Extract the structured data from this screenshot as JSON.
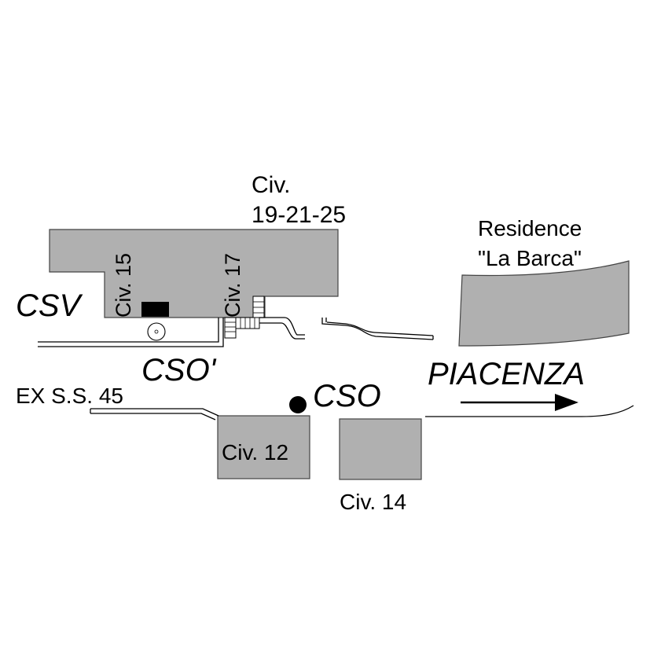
{
  "map": {
    "colors": {
      "building": "#b0b0b0",
      "building_outline": "#444444",
      "ink": "#000000",
      "background": "#ffffff"
    },
    "labels": {
      "civ_19_21_25_line1": "Civ.",
      "civ_19_21_25_line2": "19-21-25",
      "residence_line1": "Residence",
      "residence_line2": "\"La Barca\"",
      "civ_15": "Civ. 15",
      "civ_17": "Civ. 17",
      "csv": "CSV",
      "cso_prime": "CSO'",
      "cso": "CSO",
      "ex_ss_45": "EX S.S. 45",
      "piacenza": "PIACENZA",
      "civ_12": "Civ. 12",
      "civ_14": "Civ. 14"
    },
    "icons": {
      "direction": "arrow-right-icon",
      "cso_marker": "filled-circle-icon",
      "well_marker": "manhole-icon",
      "csv_marker": "filled-rectangle-icon"
    }
  }
}
